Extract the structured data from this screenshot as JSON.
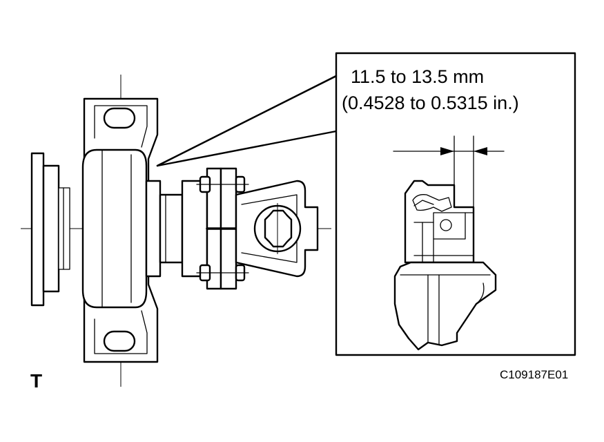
{
  "callout": {
    "spec_line_1": "11.5 to 13.5 mm",
    "spec_line_2": "(0.4528 to 0.5315 in.)"
  },
  "figure_code": "C109187E01",
  "view_letter": "T"
}
